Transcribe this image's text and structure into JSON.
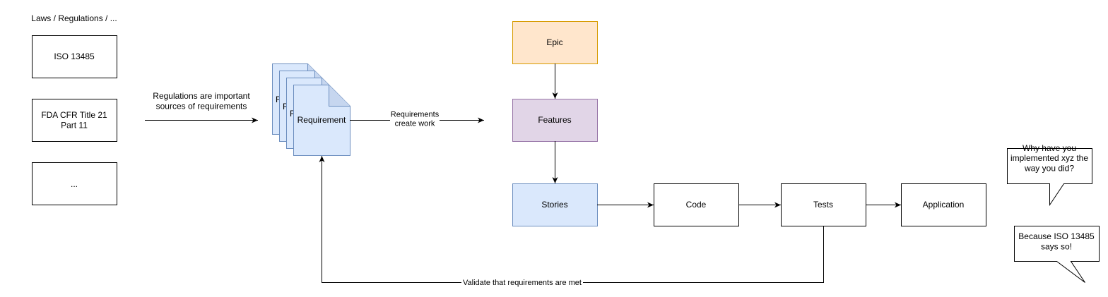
{
  "header_label": "Laws / Regulations / ...",
  "regulations": [
    "ISO 13485",
    "FDA CFR Title 21\nPart 11",
    "..."
  ],
  "edge_regulations_label": "Regulations are important\nsources of requirements",
  "requirement_doc": {
    "label": "Requirement",
    "peek_letter": "R",
    "fill": "#dae8fc",
    "stroke": "#6c8ebf"
  },
  "edge_requirements_label": "Requirements\ncreate work",
  "epic": {
    "label": "Epic",
    "fill": "#ffe6cc",
    "stroke": "#d79b00"
  },
  "features": {
    "label": "Features",
    "fill": "#e1d5e7",
    "stroke": "#9673a6"
  },
  "stories": {
    "label": "Stories",
    "fill": "#dae8fc",
    "stroke": "#6c8ebf"
  },
  "code": {
    "label": "Code"
  },
  "tests": {
    "label": "Tests"
  },
  "application": {
    "label": "Application"
  },
  "edge_validate_label": "Validate that requirements are met",
  "callout_question": "Why have you\nimplemented xyz the\nway you did?",
  "callout_answer": "Because ISO 13485\nsays so!"
}
